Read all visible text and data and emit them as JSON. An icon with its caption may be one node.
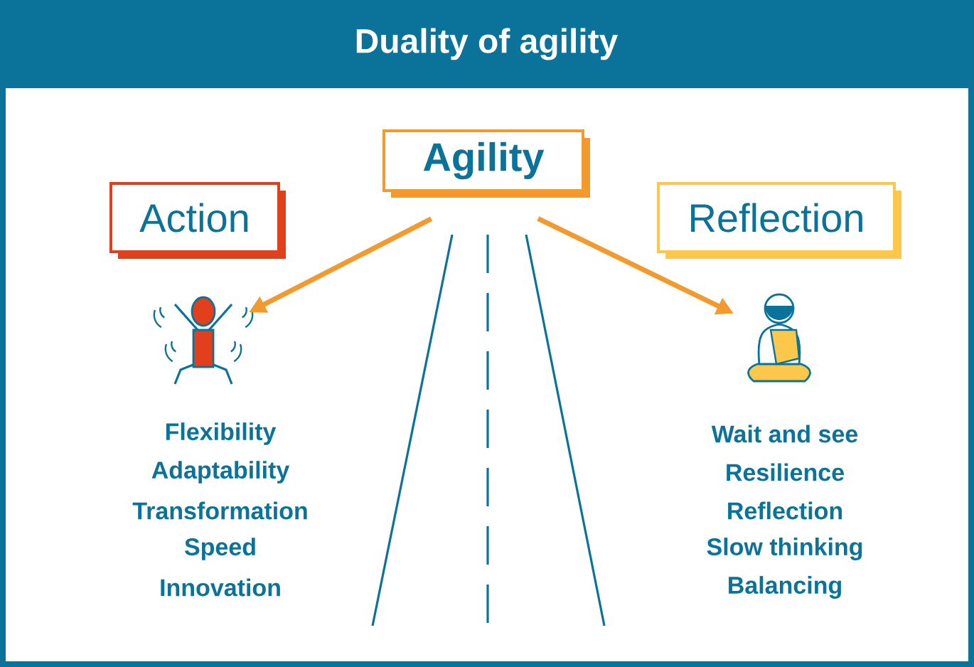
{
  "diagram": {
    "title": "Duality of agility",
    "nodes": [
      {
        "text": [
          "Agility"
        ]
      },
      {
        "text": [
          "Action"
        ]
      },
      {
        "text": [
          "Reflection"
        ]
      },
      {
        "text": [],
        "shape": "person"
      },
      {
        "text": [],
        "shape": "person"
      }
    ],
    "edges": [
      {
        "from": 0,
        "to": 3,
        "arrow": "to"
      },
      {
        "from": 0,
        "to": 4,
        "arrow": "to"
      }
    ],
    "labels": [
      "Flexibility",
      "Adaptability",
      "Transformation",
      "Speed",
      "Innovation",
      "Wait and see",
      "Resilience",
      "Reflection",
      "Slow thinking",
      "Balancing"
    ]
  }
}
